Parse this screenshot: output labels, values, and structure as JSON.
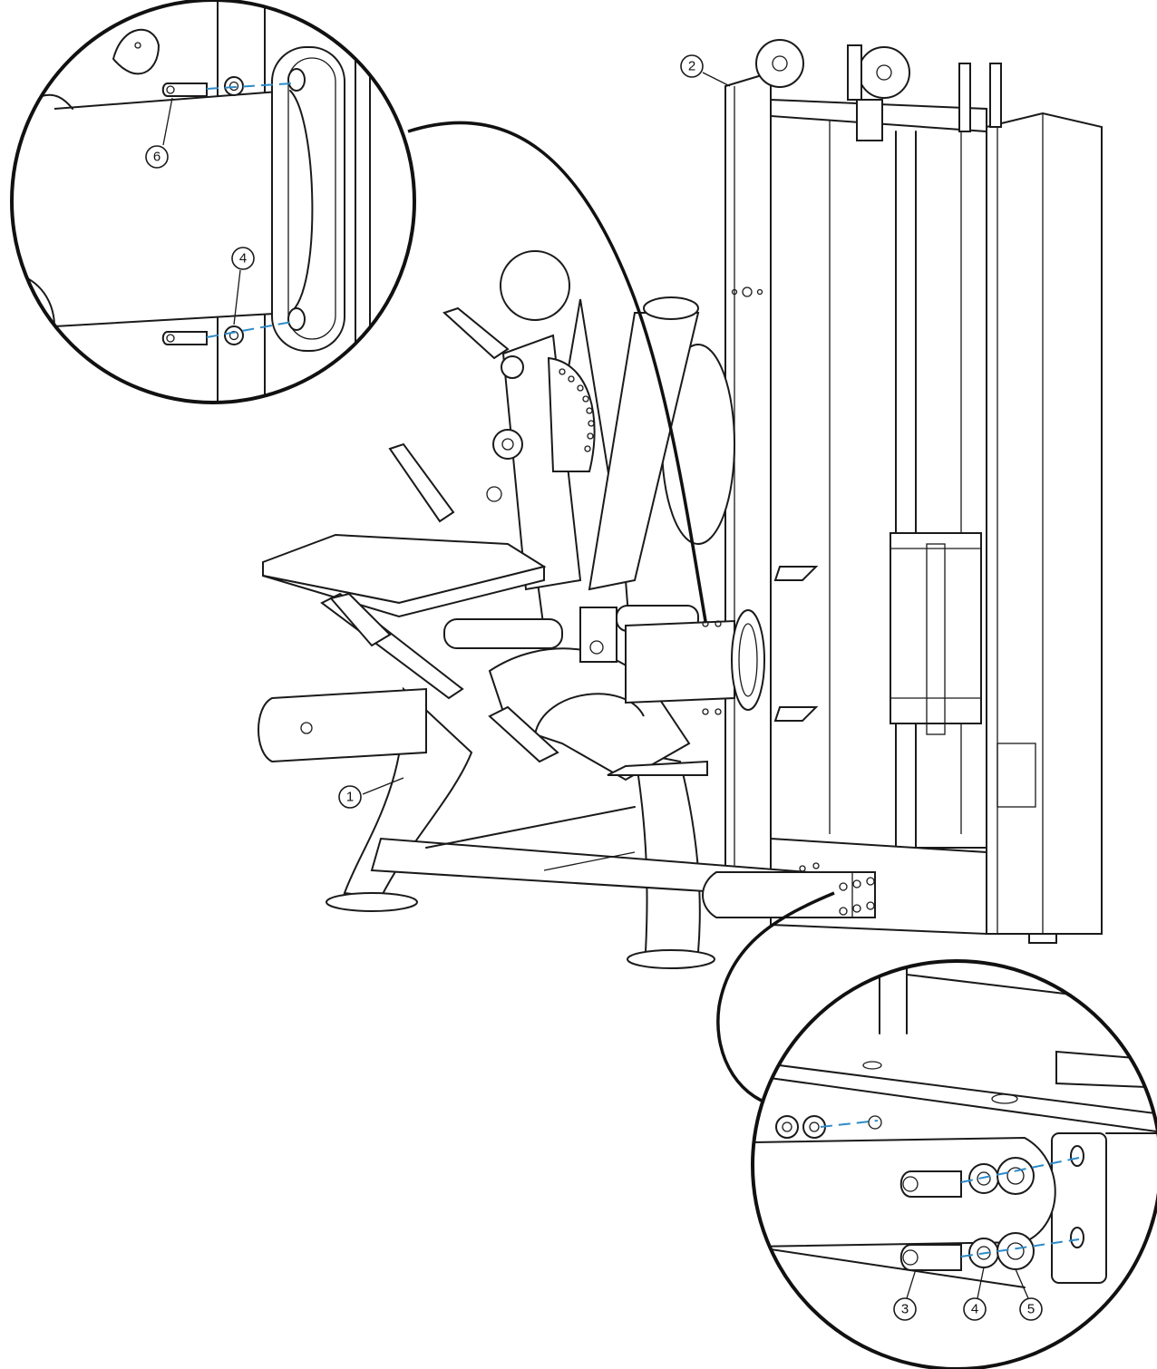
{
  "colors": {
    "line": "#1a1a1a",
    "dash": "#2e8bc9",
    "background": "#ffffff"
  },
  "callouts": {
    "frame_1": "1",
    "frame_2": "2",
    "top_detail_6": "6",
    "top_detail_4": "4",
    "bottom_detail_3": "3",
    "bottom_detail_4": "4",
    "bottom_detail_5": "5"
  }
}
